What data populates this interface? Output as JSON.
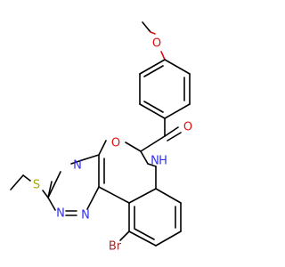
{
  "molecule": {
    "atoms": {
      "methoxy_o": {
        "symbol": "O",
        "color": "#e01010"
      },
      "carbonyl_o": {
        "symbol": "O",
        "color": "#e01010"
      },
      "ring_o": {
        "symbol": "O",
        "color": "#e01010"
      },
      "triazine_n1": {
        "symbol": "N",
        "color": "#3030f0"
      },
      "triazine_n2": {
        "symbol": "N",
        "color": "#3030f0"
      },
      "triazine_n3": {
        "symbol": "N",
        "color": "#3030f0"
      },
      "amine_nh": {
        "symbol": "N",
        "h": "H",
        "color": "#3030f0"
      },
      "thioether_s": {
        "symbol": "S",
        "color": "#a8a800"
      },
      "bromo_br": {
        "symbol": "Br",
        "color": "#a52a2a"
      }
    }
  }
}
